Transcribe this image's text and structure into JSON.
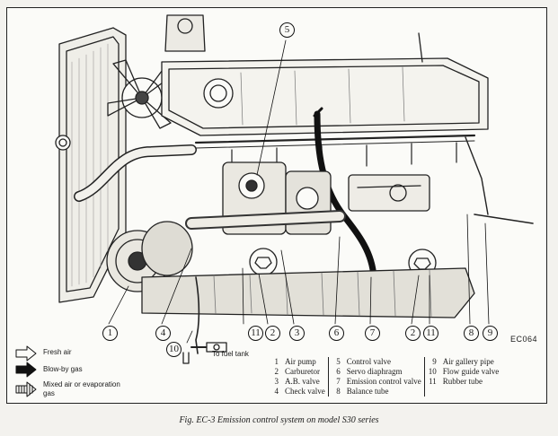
{
  "figure": {
    "caption": "Fig. EC-3  Emission control system on model S30 series",
    "code": "EC064",
    "fuel_tank_label": "To fuel tank"
  },
  "callouts": [
    "1",
    "2",
    "3",
    "4",
    "5",
    "6",
    "7",
    "8",
    "9",
    "10",
    "11"
  ],
  "legend": [
    {
      "label": "Fresh air",
      "icon": "hollow-arrow-icon"
    },
    {
      "label": "Blow-by gas",
      "icon": "solid-arrow-icon"
    },
    {
      "label": "Mixed air or evaporation gas",
      "icon": "striped-arrow-icon"
    }
  ],
  "parts": [
    {
      "num": "1",
      "name": "Air pump"
    },
    {
      "num": "2",
      "name": "Carburetor"
    },
    {
      "num": "3",
      "name": "A.B. valve"
    },
    {
      "num": "4",
      "name": "Check valve"
    },
    {
      "num": "5",
      "name": "Control valve"
    },
    {
      "num": "6",
      "name": "Servo diaphragm"
    },
    {
      "num": "7",
      "name": "Emission control valve"
    },
    {
      "num": "8",
      "name": "Balance tube"
    },
    {
      "num": "9",
      "name": "Air gallery pipe"
    },
    {
      "num": "10",
      "name": "Flow guide valve"
    },
    {
      "num": "11",
      "name": "Rubber tube"
    }
  ]
}
